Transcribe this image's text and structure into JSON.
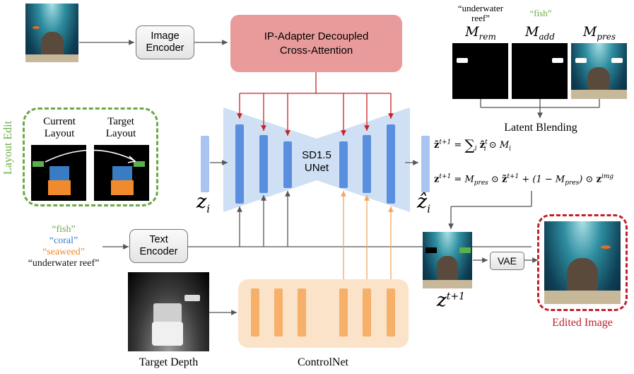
{
  "blocks": {
    "image_encoder": "Image\nEncoder",
    "ip_adapter": "IP-Adapter Decoupled\nCross-Attention",
    "unet": "SD1.5\nUNet",
    "text_encoder": "Text\nEncoder",
    "vae": "VAE",
    "controlnet": "ControlNet"
  },
  "layout_edit": {
    "title": "Layout Edit",
    "current": "Current\nLayout",
    "target": "Target\nLayout"
  },
  "prompts": {
    "fish": "“fish”",
    "coral": "“coral”",
    "seaweed": "“seaweed”",
    "reef": "“underwater reef”"
  },
  "masks": {
    "rem_caption": "“underwater\nreef”",
    "add_caption": "“fish”",
    "rem_label": "M",
    "rem_sub": "rem",
    "add_label": "M",
    "add_sub": "add",
    "pres_label": "M",
    "pres_sub": "pres"
  },
  "latent_blending": "Latent Blending",
  "labels": {
    "z_i": "z",
    "z_i_sub": "i",
    "zhat_i": "ẑ",
    "zhat_i_sub": "i",
    "z_next": "z",
    "z_next_sup": "t+1",
    "target_depth": "Target Depth",
    "edited_image": "Edited Image"
  },
  "colors": {
    "green": "#6aaa45",
    "blue": "#3a7cc4",
    "orange": "#f08a2c",
    "red": "#c0202a",
    "ip_fill": "#e99b9b",
    "unet_fill": "#cfe0f4",
    "unet_bar": "#5a8fe0",
    "cn_fill": "#fbe3c9",
    "cn_bar": "#f6b06a"
  }
}
